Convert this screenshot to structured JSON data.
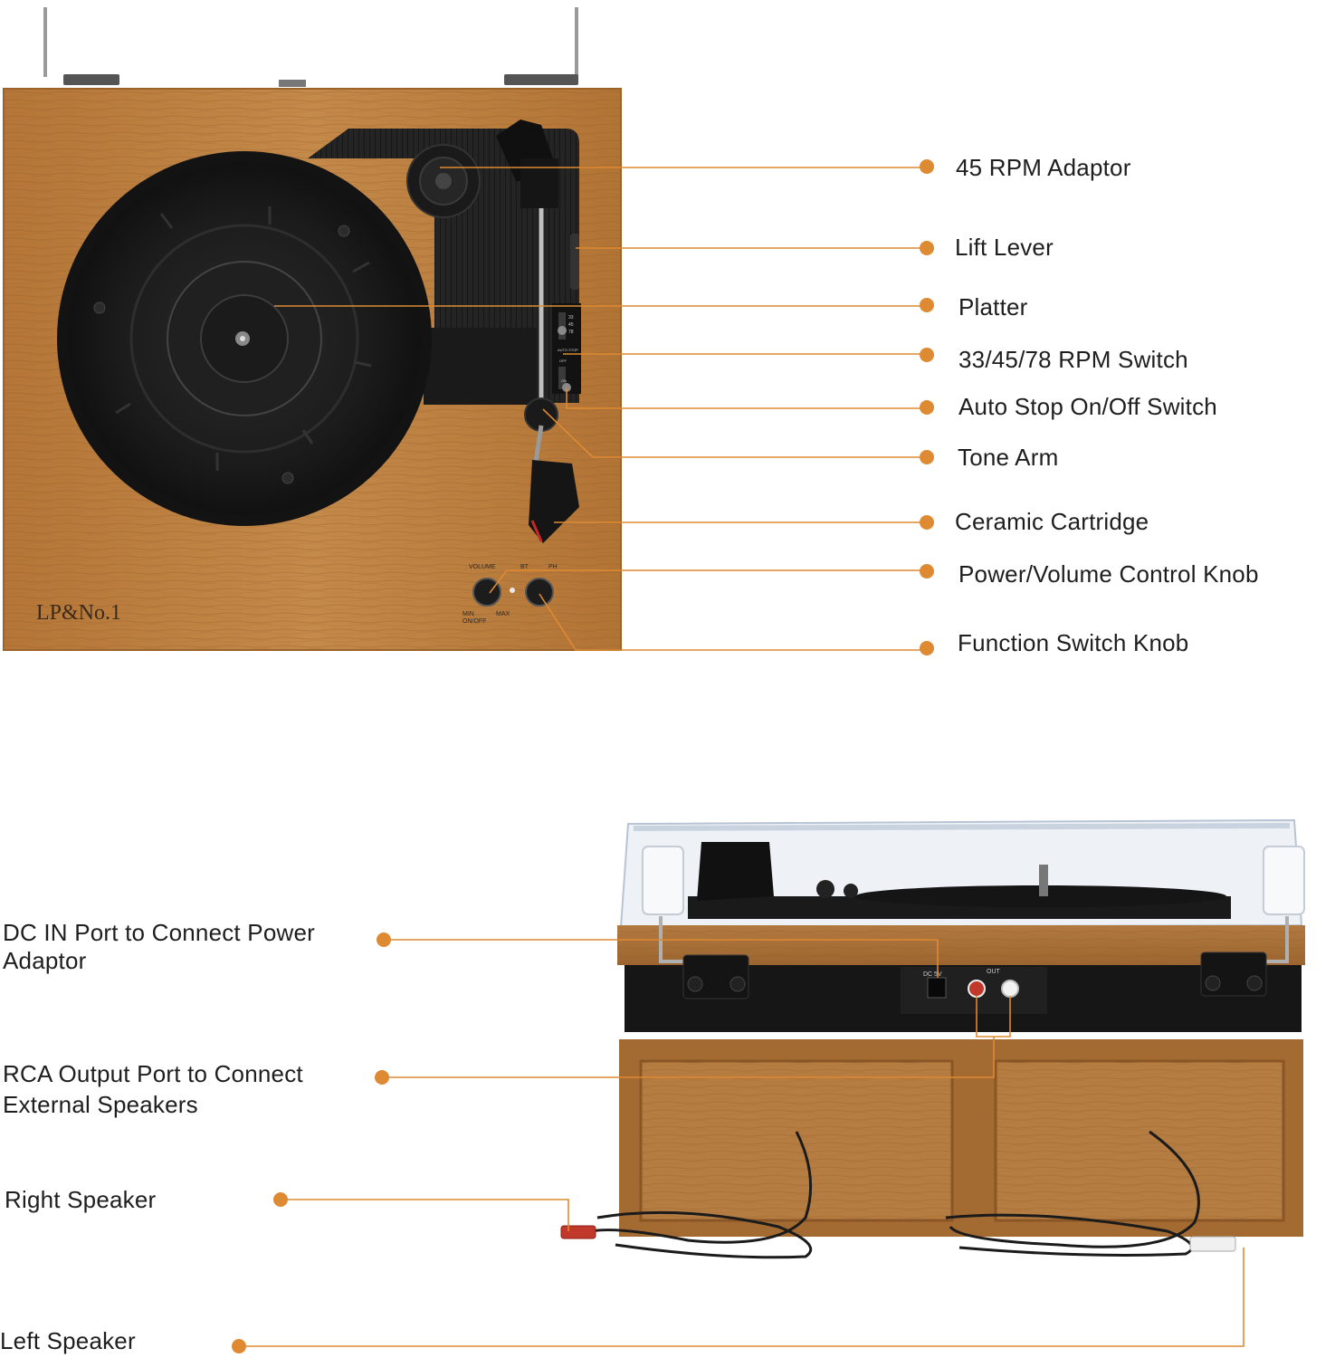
{
  "top_callouts": [
    {
      "id": "45-rpm-adaptor",
      "label": "45 RPM Adaptor"
    },
    {
      "id": "lift-lever",
      "label": "Lift Lever"
    },
    {
      "id": "platter",
      "label": "Platter"
    },
    {
      "id": "rpm-switch",
      "label": "33/45/78 RPM Switch"
    },
    {
      "id": "auto-stop-switch",
      "label": "Auto Stop On/Off Switch"
    },
    {
      "id": "tone-arm",
      "label": "Tone Arm"
    },
    {
      "id": "ceramic-cartridge",
      "label": "Ceramic Cartridge"
    },
    {
      "id": "power-volume-knob",
      "label": "Power/Volume Control Knob"
    },
    {
      "id": "function-switch-knob",
      "label": "Function Switch Knob"
    }
  ],
  "bottom_callouts": [
    {
      "id": "dc-in-port",
      "label": "DC IN Port to Connect Power Adaptor"
    },
    {
      "id": "rca-output-port",
      "label": "RCA Output Port to Connect External Speakers"
    },
    {
      "id": "right-speaker",
      "label": "Right Speaker"
    },
    {
      "id": "left-speaker",
      "label": "Left Speaker"
    }
  ],
  "product": {
    "brand_logo": "LP&No.1",
    "control_labels": {
      "volume": "VOLUME",
      "bt": "BT",
      "ph": "PH",
      "min": "MIN",
      "max": "MAX",
      "on_off": "ON/OFF"
    },
    "speed_labels": [
      "33",
      "45",
      "78"
    ],
    "auto_stop_labels": [
      "AUTO STOP",
      "OFF",
      "ON"
    ],
    "rear_labels": {
      "dc": "DC 5V",
      "out": "OUT"
    }
  },
  "colors": {
    "callout": "#de8a32",
    "wood": "#b77a3c",
    "wood_dark": "#8f5a28",
    "black": "#1d1d1d"
  }
}
